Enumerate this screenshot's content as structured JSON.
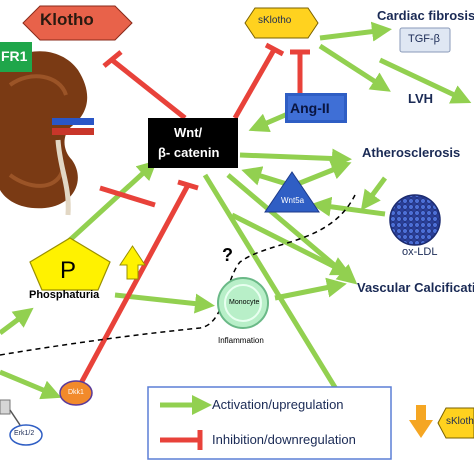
{
  "labels": {
    "klotho": "Klotho",
    "fgfr1": "FR1",
    "sklotho_top": "sKlotho",
    "cardiac_fibrosis": "Cardiac fibrosis",
    "tgf_beta": "TGF-β",
    "lvh": "LVH",
    "ang_ii": "Ang-II",
    "wnt_line1": "Wnt/",
    "wnt_line2": "β- catenin",
    "atherosclerosis": "Atherosclerosis",
    "wnt5a": "Wnt5a",
    "ox_ldl": "ox-LDL",
    "phosphate": "P",
    "phosphaturia": "Phosphaturia",
    "question": "?",
    "vascular_calcification": "Vascular Calcificati",
    "monocyte": "Monocyte",
    "inflammation": "Inflammation",
    "dkk1": "Dkk1",
    "erk": "Erk1/2",
    "sklotho_bottom": "sKlotho"
  },
  "legend": {
    "activation": "Activation/upregulation",
    "inhibition": "Inhibition/downregulation"
  },
  "colors": {
    "activation_arrow": "#92d050",
    "inhibition_line": "#e8423a",
    "klotho_fill": "#e8624a",
    "sklotho_fill": "#ffd21f",
    "wnt_box": "#000000",
    "ang_ii_box": "#2f5ec4",
    "wnt5a_triangle": "#2f5ec4",
    "phosphate_pentagon": "#fff200",
    "up_arrow": "#fff200",
    "down_arrow": "#f5a623",
    "dkk1_fill": "#f28a2b",
    "monocyte_fill": "#b8efc8",
    "fgfr1_box": "#1fa64a",
    "text_navy": "#1a2a55"
  }
}
